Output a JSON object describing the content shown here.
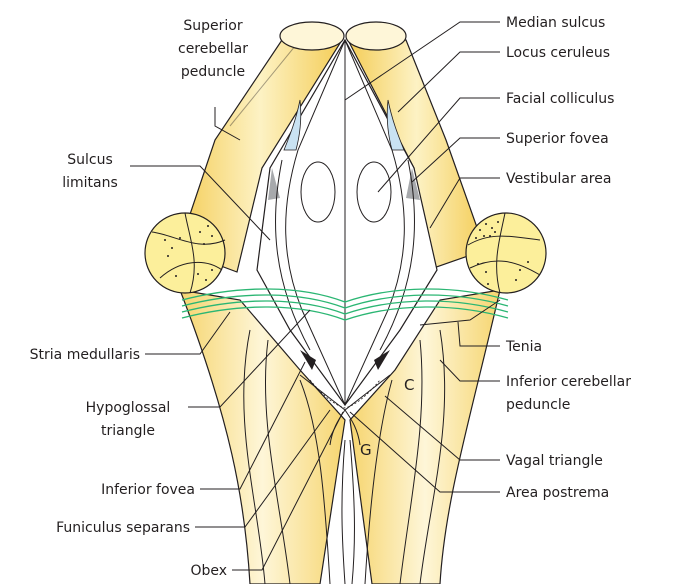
{
  "diagram": {
    "labels": {
      "superior_cerebellar_peduncle": [
        "Superior",
        "cerebellar",
        "peduncle"
      ],
      "sulcus_limitans": [
        "Sulcus",
        "limitans"
      ],
      "stria_medullaris": "Stria medullaris",
      "hypoglossal_triangle": [
        "Hypoglossal",
        "triangle"
      ],
      "inferior_fovea": "Inferior fovea",
      "funiculus_separans": "Funiculus separans",
      "obex": "Obex",
      "median_sulcus": "Median sulcus",
      "locus_ceruleus": "Locus ceruleus",
      "facial_colliculus": "Facial colliculus",
      "superior_fovea": "Superior fovea",
      "vestibular_area": "Vestibular area",
      "tenia": "Tenia",
      "inferior_cerebellar_peduncle": [
        "Inferior cerebellar",
        "peduncle"
      ],
      "vagal_triangle": "Vagal triangle",
      "area_postrema": "Area postrema"
    },
    "region_marks": {
      "cuneate": "C",
      "gracile": "G"
    },
    "colors": {
      "peduncle_fill": "#fbe7a3",
      "peduncle_edge": "#f2c94c",
      "nucleus_fill": "#fcef9b",
      "locus_ceruleus": "#c9e2f2",
      "superior_fovea": "#a7a9ac",
      "stria": "#2bb673",
      "outline": "#231f20"
    }
  }
}
